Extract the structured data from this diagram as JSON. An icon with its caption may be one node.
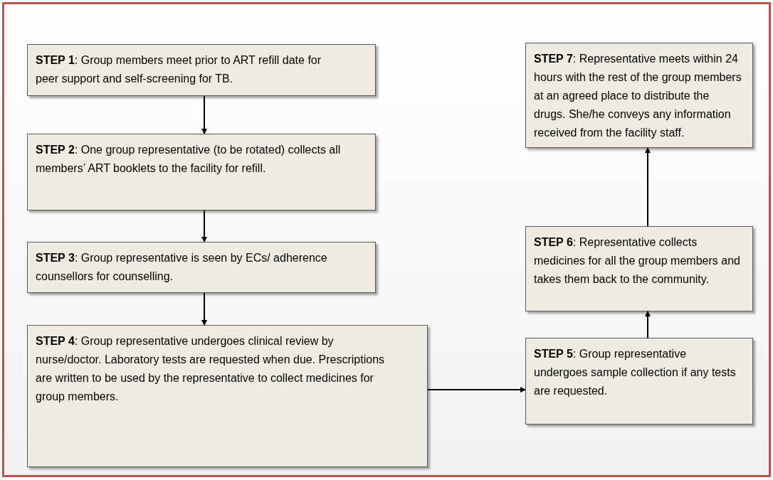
{
  "diagram": {
    "nodes": [
      {
        "text": [
          "**STEP 1**: Group members meet prior to ART refill date for peer support and self-screening for TB."
        ]
      },
      {
        "text": [
          "**STEP 2**: One group representative (to be rotated) collects all members’ ART booklets to the facility for refill."
        ]
      },
      {
        "text": [
          "**STEP 3**: Group representative is seen by ECs/ adherence counsellors for counselling."
        ]
      },
      {
        "text": [
          "**STEP 4**: Group representative undergoes clinical review by nurse/doctor. Laboratory tests are requested when due. Prescriptions are written to be used by the representative to collect medicines for group members."
        ]
      },
      {
        "text": [
          "**STEP 5**: Group representative undergoes sample collection if any tests are requested."
        ]
      },
      {
        "text": [
          "**STEP 6**: Representative collects medicines for all the group members and takes them back to the community."
        ]
      },
      {
        "text": [
          "**STEP 7**: Representative meets within 24 hours with the rest of the group members at an agreed place to distribute the drugs. She/he conveys any information received from the facility staff."
        ]
      }
    ],
    "edges": [
      {
        "from": 0,
        "to": 1,
        "arrow": "to"
      },
      {
        "from": 1,
        "to": 2,
        "arrow": "to"
      },
      {
        "from": 2,
        "to": 3,
        "arrow": "to"
      },
      {
        "from": 3,
        "to": 4,
        "arrow": "to"
      },
      {
        "from": 4,
        "to": 5,
        "arrow": "to"
      },
      {
        "from": 5,
        "to": 6,
        "arrow": "to"
      }
    ]
  }
}
